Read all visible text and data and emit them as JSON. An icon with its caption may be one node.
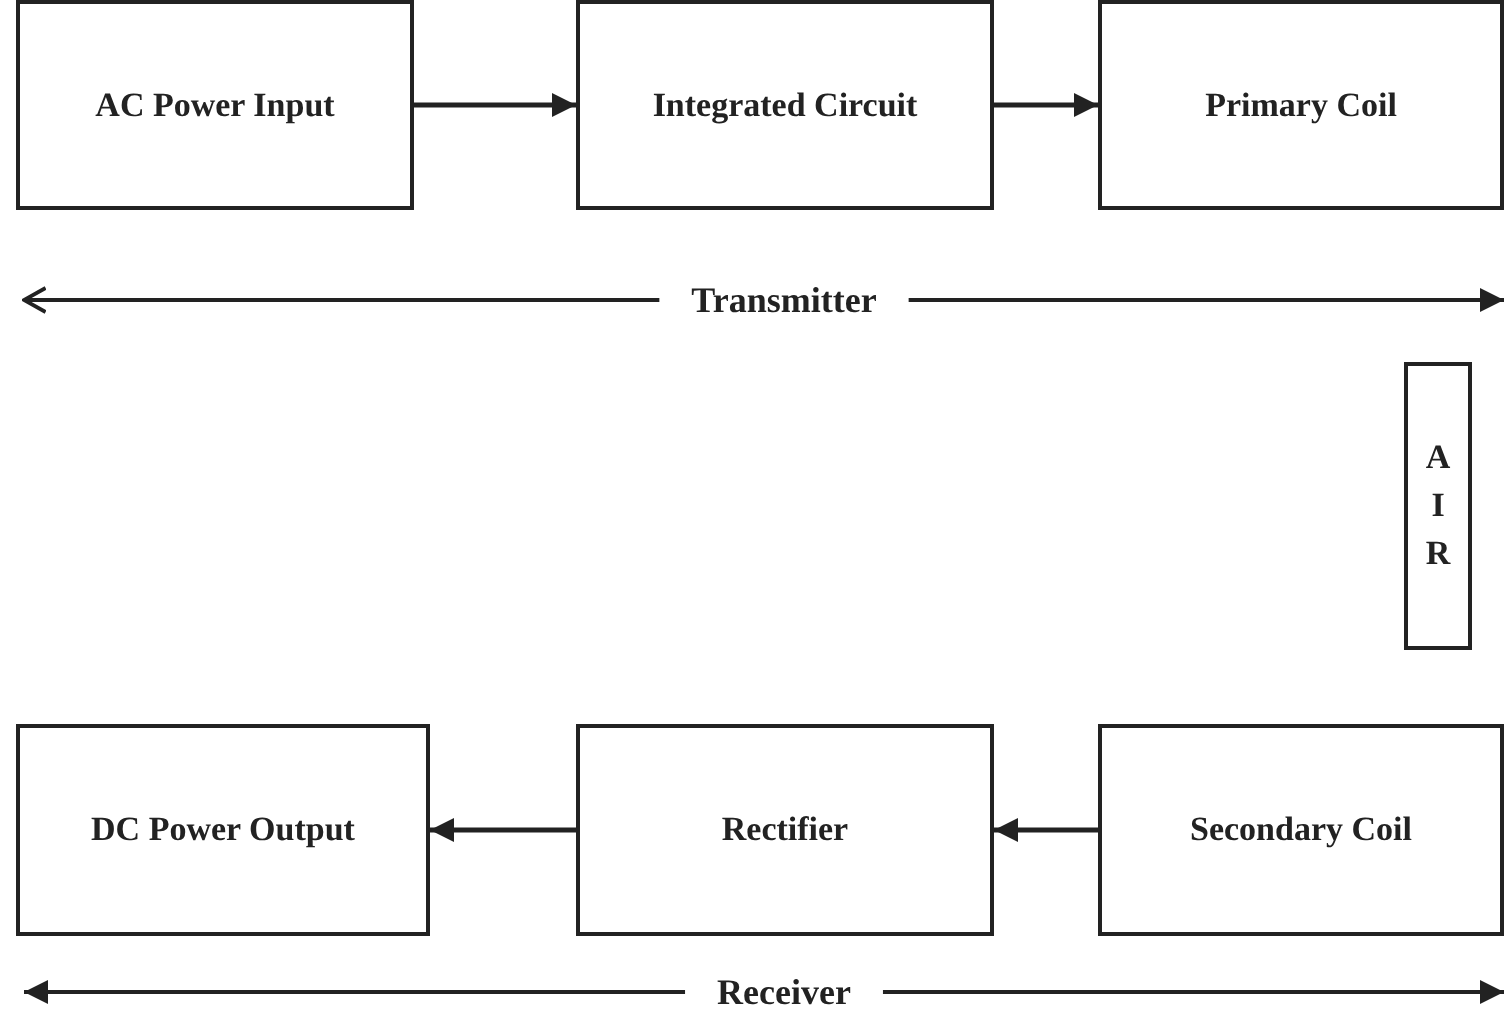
{
  "diagram": {
    "nodes": [
      {
        "text": [
          "AC Power Input"
        ]
      },
      {
        "text": [
          "Integrated Circuit"
        ]
      },
      {
        "text": [
          "Primary Coil"
        ]
      },
      {
        "text": [
          "A I R"
        ]
      },
      {
        "text": [
          "DC Power Output"
        ]
      },
      {
        "text": [
          "Rectifier"
        ]
      },
      {
        "text": [
          "Secondary Coil"
        ]
      }
    ],
    "edges": [
      {
        "from": 0,
        "to": 1,
        "arrow": "to"
      },
      {
        "from": 1,
        "to": 2,
        "arrow": "to"
      },
      {
        "from": 6,
        "to": 5,
        "arrow": "to"
      },
      {
        "from": 5,
        "to": 4,
        "arrow": "to"
      }
    ],
    "labels": [
      "Transmitter",
      "Receiver"
    ]
  }
}
